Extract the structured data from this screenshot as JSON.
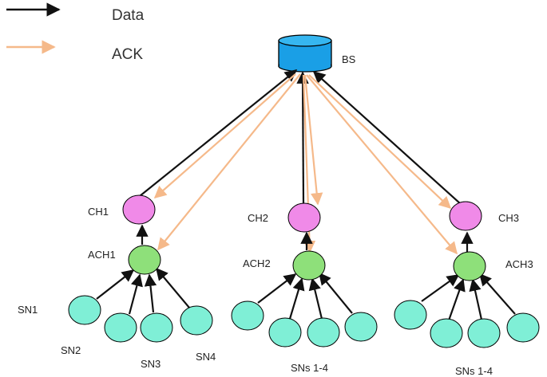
{
  "legend": {
    "data_label": "Data",
    "ack_label": "ACK"
  },
  "base_station": {
    "label": "BS"
  },
  "clusters": [
    {
      "ch_label": "CH1",
      "ach_label": "ACH1",
      "sn_labels": [
        "SN1",
        "SN2",
        "SN3",
        "SN4"
      ]
    },
    {
      "ch_label": "CH2",
      "ach_label": "ACH2",
      "group_label": "SNs 1-4"
    },
    {
      "ch_label": "CH3",
      "ach_label": "ACH3",
      "group_label": "SNs 1-4"
    }
  ],
  "colors": {
    "data_arrow": "#111111",
    "ack_arrow": "#f5b98a",
    "cluster_head": "#f08ae8",
    "assistant_cluster_head": "#8ee07a",
    "sensor_node": "#7fefd6",
    "base_station": "#1a9fe6"
  }
}
